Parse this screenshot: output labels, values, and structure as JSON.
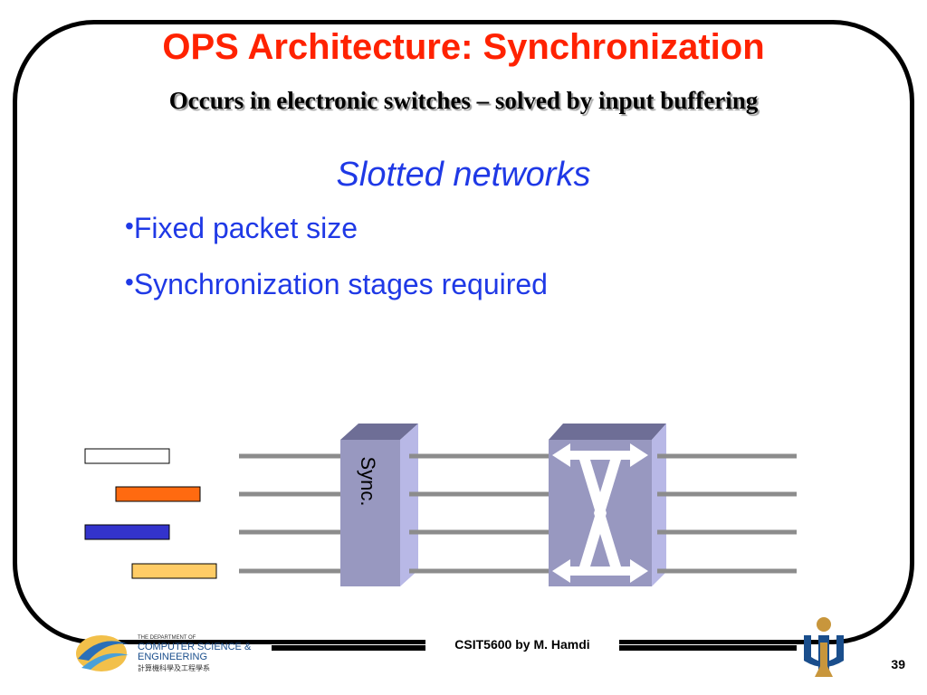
{
  "slide": {
    "title": "OPS Architecture: Synchronization",
    "subtitle": "Occurs in electronic switches – solved by input buffering",
    "section": "Slotted networks",
    "bullets": [
      "Fixed packet size",
      "Synchronization stages required"
    ],
    "bullet_marker": "•"
  },
  "diagram": {
    "sync_label": "Sync.",
    "packet_colors": [
      "#ffffff",
      "#ff6a10",
      "#3333cc",
      "#ffcc66"
    ],
    "block_color": "#9898c0",
    "icons": [
      "sync-block",
      "switch-block",
      "crossbar-arrows-icon"
    ]
  },
  "footer": {
    "text": "CSIT5600 by M. Hamdi",
    "page": "39",
    "logo": {
      "line1": "THE DEPARTMENT OF",
      "line2": "COMPUTER SCIENCE &",
      "line3": "ENGINEERING",
      "line4": "計算機科學及工程學系"
    }
  }
}
